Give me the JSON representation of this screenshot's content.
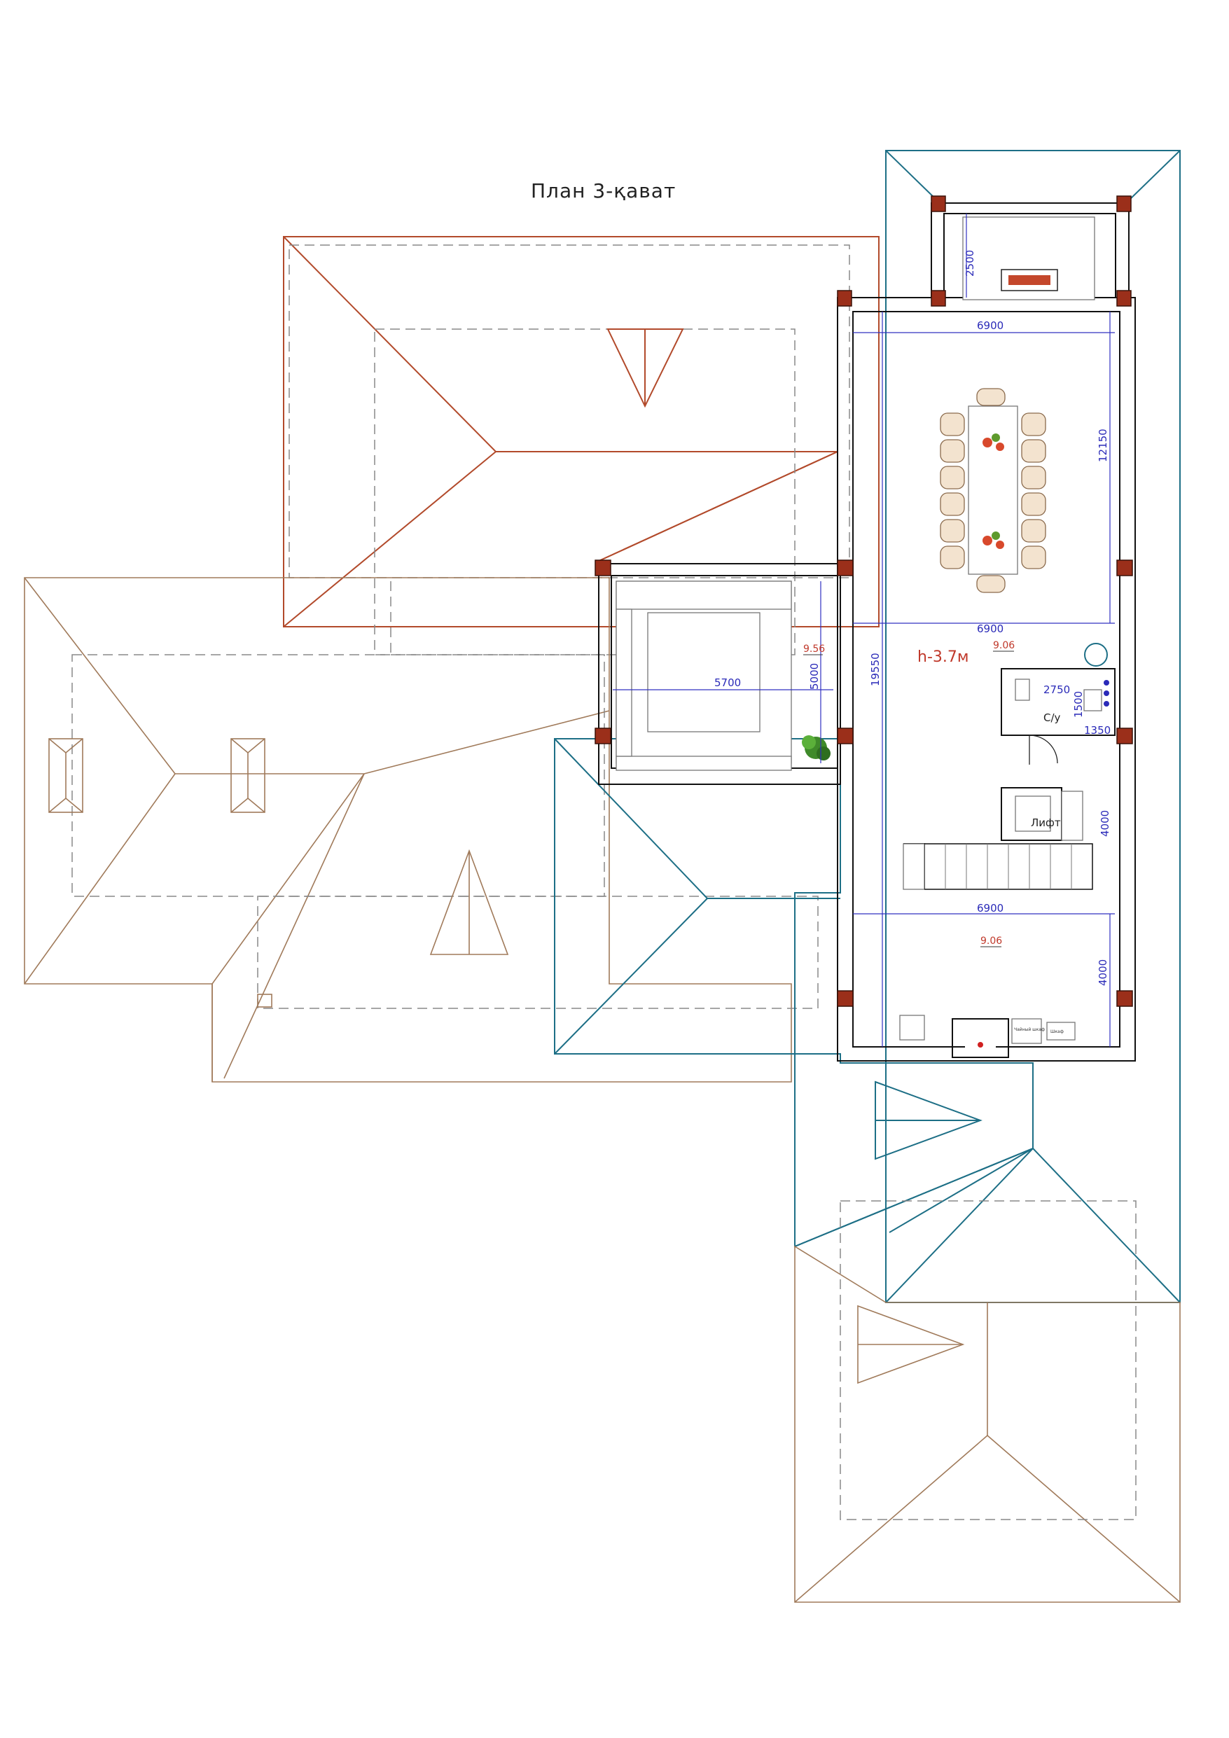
{
  "title": "План 3-қават",
  "ceiling_height": "h-3.7м",
  "dimensions": {
    "balcony_depth": "2500",
    "top_width": "6900",
    "upper_length": "12150",
    "middle_width": "6900",
    "total_length": "19550",
    "terrace_depth": "5000",
    "terrace_width": "5700",
    "wc_width": "2750",
    "wc_depth": "1500",
    "wc_inner": "1350",
    "stair_width": "4000",
    "bottom_width": "6900",
    "bottom_depth": "4000"
  },
  "levels": {
    "main_level": "9.06",
    "terrace_level": "9.56",
    "lower_level": "9.06"
  },
  "rooms": {
    "wc": "С/у",
    "lift": "Лифт"
  },
  "small_labels": {
    "cabinet_1": "Чайный шкаф",
    "cabinet_2": "Шкаф"
  },
  "colors": {
    "roof_red": "#b24a2b",
    "roof_brown": "#a07a5a",
    "roof_teal": "#1d6f86",
    "dimension_blue": "#2a2ab8",
    "level_red": "#c0392b",
    "column": "#9b2f1a"
  }
}
